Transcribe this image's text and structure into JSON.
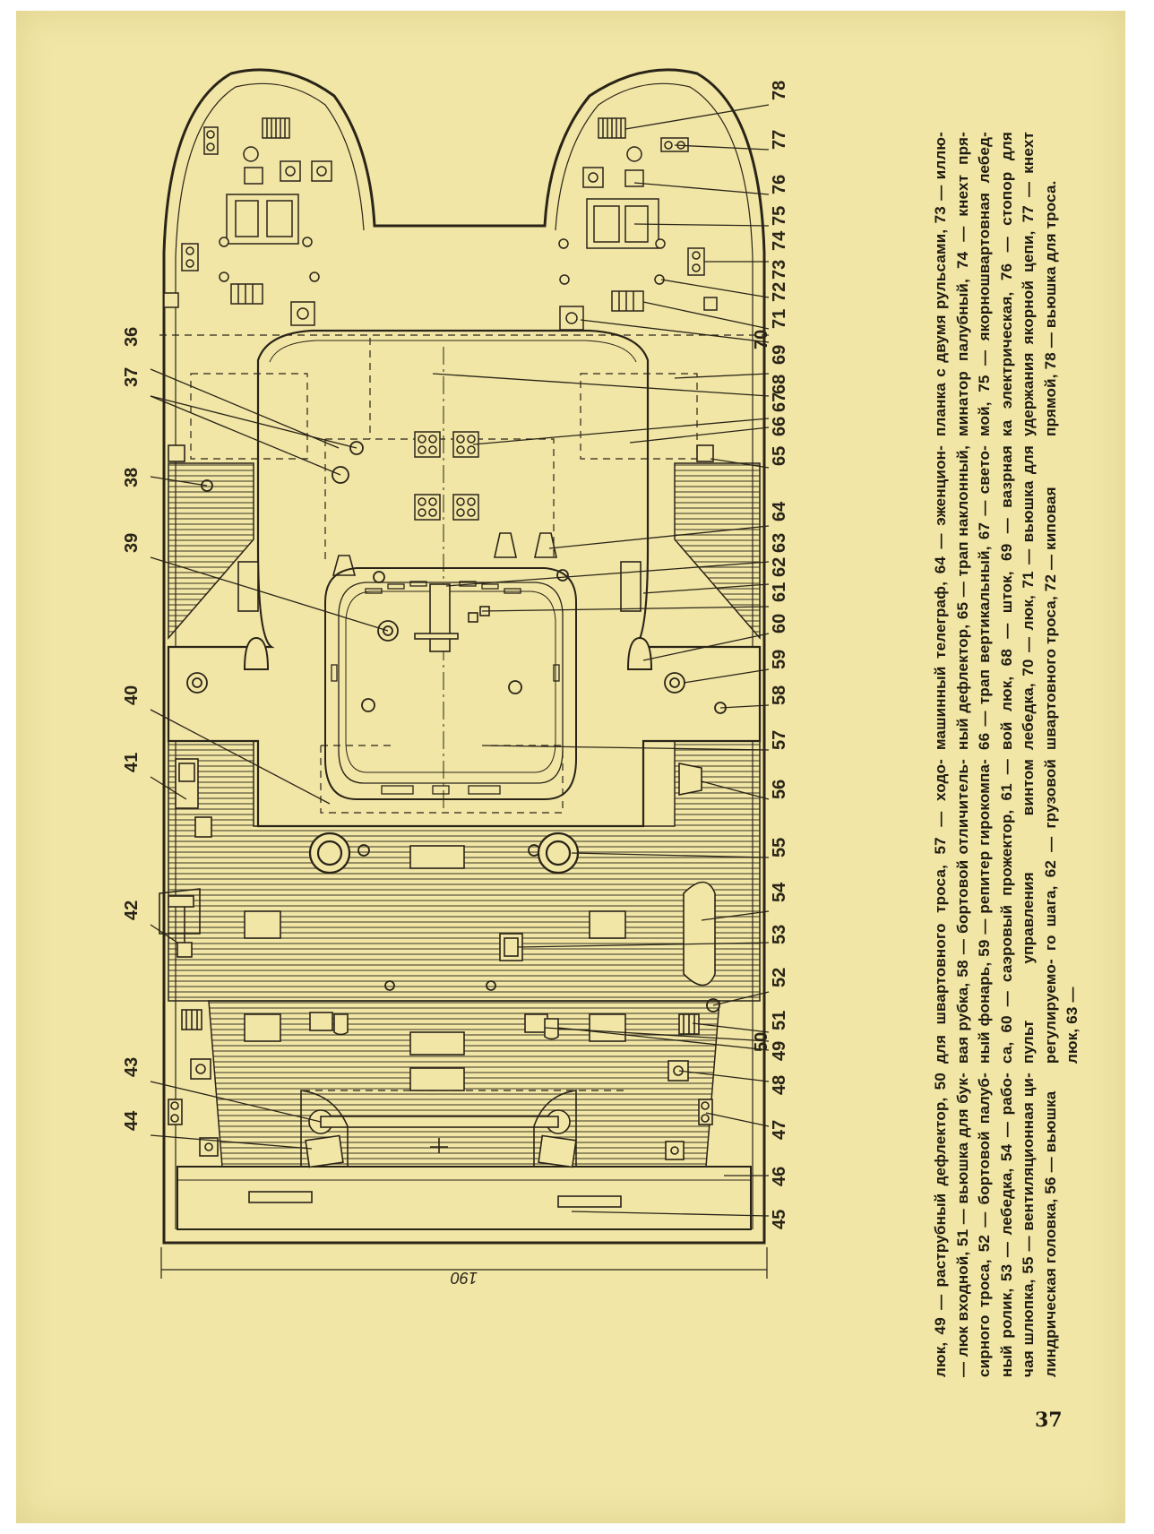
{
  "page_number": "37",
  "dimension_label": "190",
  "ink_color": "#2a2418",
  "paper_color": "#f1e6a6",
  "callouts": [
    "36",
    "37",
    "38",
    "39",
    "40",
    "41",
    "42",
    "43",
    "44",
    "45",
    "46",
    "47",
    "48",
    "49",
    "50",
    "51",
    "52",
    "53",
    "54",
    "55",
    "56",
    "57",
    "58",
    "59",
    "60",
    "61",
    "62",
    "63",
    "64",
    "65",
    "66",
    "67",
    "68",
    "69",
    "70",
    "71",
    "72",
    "73",
    "74",
    "75",
    "76",
    "77",
    "78"
  ],
  "caption": {
    "col1": "люк, 49 — раструбный дефлектор, 50 — люк входной, 51 — вьюшка для бук- сирного троса, 52 — бортовой палуб- ный ролик, 53 — лебедка, 54 — рабо- чая шлюпка, 55 — вентиляционная ци- линдрическая головка, 56 — вьюшка",
    "col2": "для швартовного троса, 57 — ходо- вая рубка, 58 — бортовой отличитель- ный фонарь, 59 — репитер гирокомпа- са, 60 — саэровый прожектор, 61 — пульт управления винтом регулируемо- го шага, 62 — грузовой люк, 63 —",
    "col3": "машинный телеграф, 64 — эженцион- ный дефлектор, 65 — трап наклонный, 66 — трап вертикальный, 67 — свето- вой люк, 68 — шток, 69 — вазрная лебедка, 70 — люк, 71 — вьюшка для швартовного троса, 72 — киповая",
    "col4": "планка с двумя рульсами, 73 — иллю- минатор палубный, 74 — кнехт пря- мой, 75 — якорношвартовная лебед- ка электрическая, 76 — стопор для удержания якорной цепи, 77 — кнехт прямой, 78 — вьюшка для троса."
  }
}
